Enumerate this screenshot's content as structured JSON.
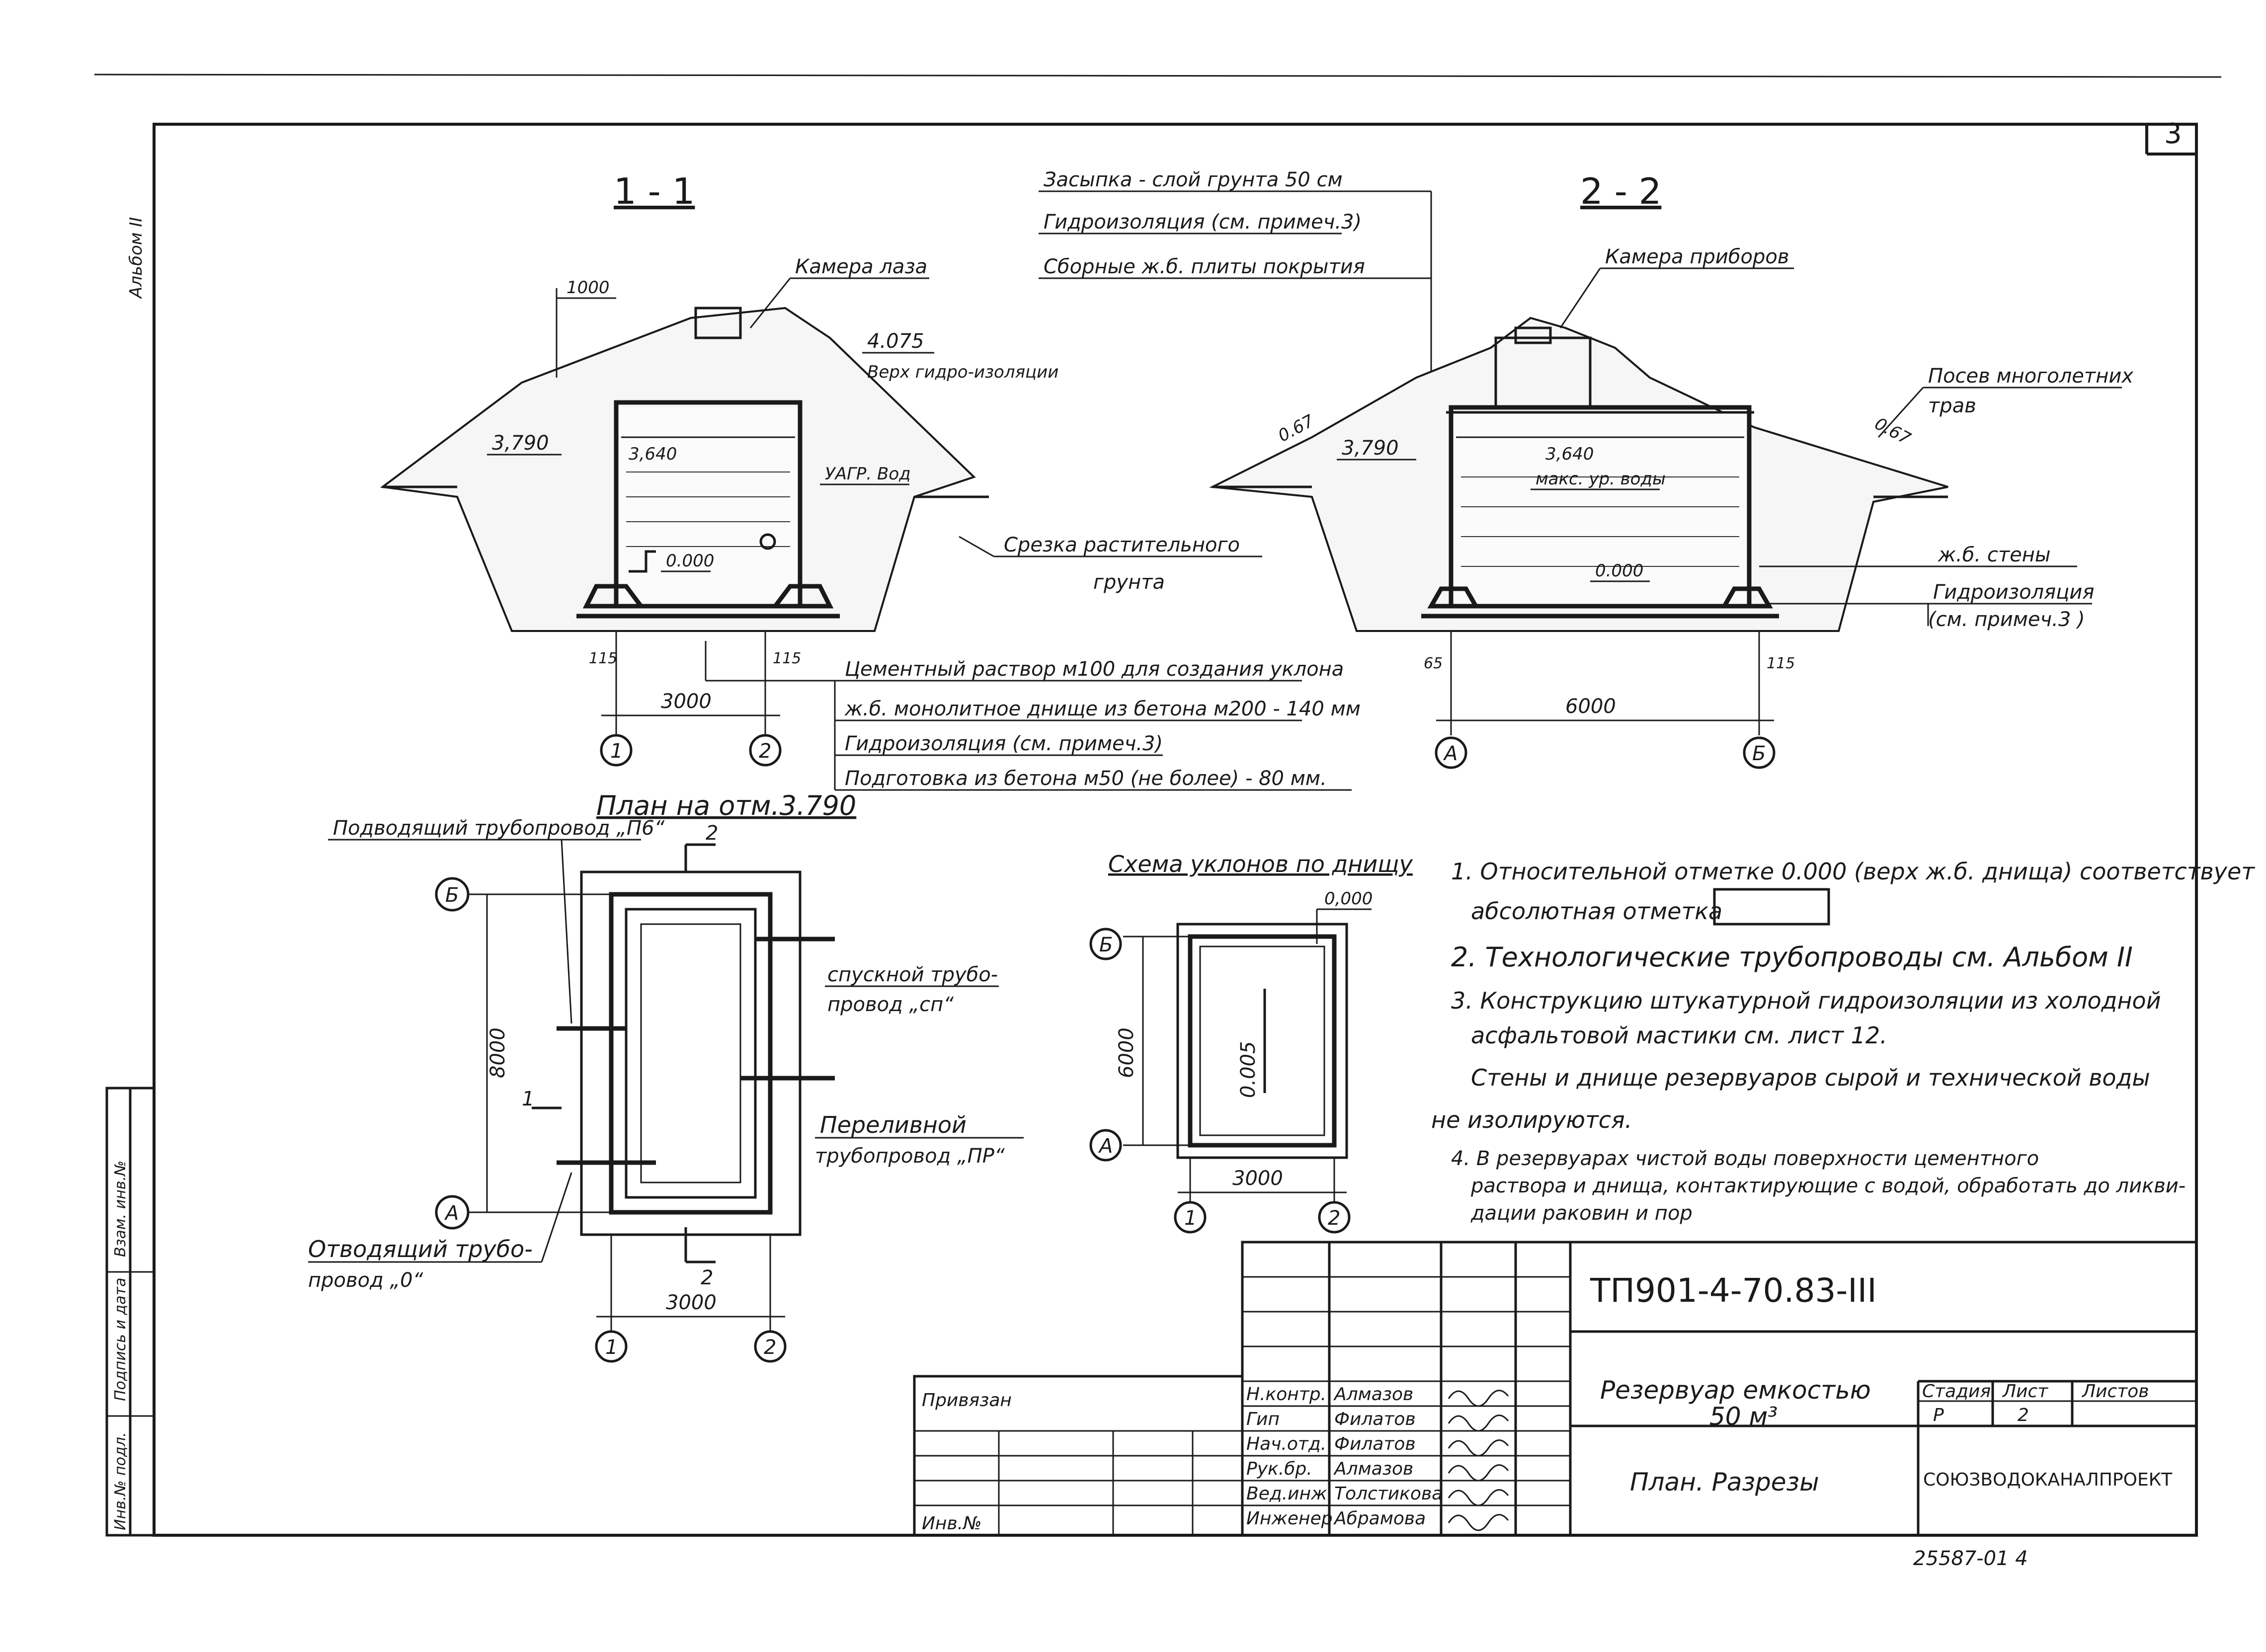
{
  "sheet_number": "3",
  "album_side_label": "Альбом II",
  "left_strip": {
    "inv_label": "Инв.№ подл.",
    "sign_label": "Подпись и дата",
    "replace_label": "Взам. инв.№"
  },
  "section_1_1": {
    "title": "1 - 1",
    "leader_chamber": "Камера лаза",
    "dim_top": "1000",
    "elev_top_insulation": "4.075",
    "label_top_insulation": "Верх гидро-изоляции",
    "elev_3790": "3,790",
    "elev_3640": "3,640",
    "label_water_level": "УАГР. Вод",
    "elev_0000": "0.000",
    "dim_115_left": "115",
    "dim_115_right": "115",
    "dim_width": "3000",
    "axis_1": "1",
    "axis_2": "2",
    "leader_topsoil": "Срезка растительного грунта"
  },
  "layers_top": [
    "Засыпка - слой грунта 50 см",
    "Гидроизоляция (см. примеч.3)",
    "Сборные ж.б. плиты покрытия"
  ],
  "layers_bottom": [
    "Цементный раствор м100 для создания уклона",
    "ж.б. монолитное днище из бетона м200 - 140 мм",
    "Гидроизоляция (см. примеч.3)",
    "Подготовка из бетона м50 (не более) - 80 мм."
  ],
  "section_2_2": {
    "title": "2 - 2",
    "leader_chamber": "Камера приборов",
    "slope_left": "0.67",
    "slope_right": "0.67",
    "elev_3790": "3,790",
    "elev_3640": "3,640",
    "label_water_level": "макс. ур. воды",
    "elev_0000": "0.000",
    "dim_65": "65",
    "dim_115": "115",
    "dim_width": "6000",
    "axis_a": "А",
    "axis_b": "Б",
    "leader_grass": "Посев многолетних трав",
    "leader_walls": "ж.б. стены",
    "leader_insulation": "Гидроизоляция (см. примеч.3 )"
  },
  "plan": {
    "title": "План на отм.3.790",
    "section_mark": "2",
    "section_mark_bottom": "2",
    "section_mark_side": "1",
    "pipe_supply": "Подводящий трубопровод „П6“",
    "pipe_drain": "спускной трубо-провод „сп“",
    "pipe_overflow": "Переливной трубопровод „ПР“",
    "pipe_outlet": "Отводящий трубо-провод „0“",
    "dim_length": "8000",
    "dim_width": "3000",
    "axis_b": "Б",
    "axis_a": "А",
    "axis_1": "1",
    "axis_2": "2"
  },
  "slope_scheme": {
    "title": "Схема уклонов по днищу",
    "elev_0000": "0,000",
    "slope_value": "0.005",
    "dim_length": "6000",
    "dim_width": "3000",
    "axis_b": "Б",
    "axis_a": "А",
    "axis_1": "1",
    "axis_2": "2"
  },
  "notes": [
    "1. Относительной отметке 0.000 (верх ж.б. днища) соответствует",
    "абсолютная отметка",
    "2. Технологические трубопроводы см. Альбом II",
    "3. Конструкцию штукатурной гидроизоляции из холодной",
    "асфальтовой мастики см. лист 12.",
    "Стены и днище резервуаров сырой и технической воды",
    "не изолируются.",
    "4. В резервуарах чистой воды поверхности цементного",
    "раствора и днища, контактирующие с водой, обработать до ликви-",
    "дации раковин и пор"
  ],
  "title_block": {
    "doc_code": "ТП901-4-70.83-III",
    "bound_label": "Привязан",
    "inv_label": "Инв.№",
    "roles": [
      "Н.контр.",
      "Гип",
      "Нач.отд.",
      "Рук.бр.",
      "Вед.инж.",
      "Инженер"
    ],
    "names": [
      "Алмазов",
      "Филатов",
      "Филатов",
      "Алмазов",
      "Толстикова",
      "Абрамова"
    ],
    "object_title": "Резервуар емкостью 50 м³",
    "sheet_title": "План. Разрезы",
    "stage_header": "Стадия",
    "sheet_header": "Лист",
    "sheets_header": "Листов",
    "stage_value": "Р",
    "sheet_value": "2",
    "organization": "СОЮЗВОДОКАНАЛПРОЕКТ"
  },
  "stamp_bottom": "25587-01 4"
}
